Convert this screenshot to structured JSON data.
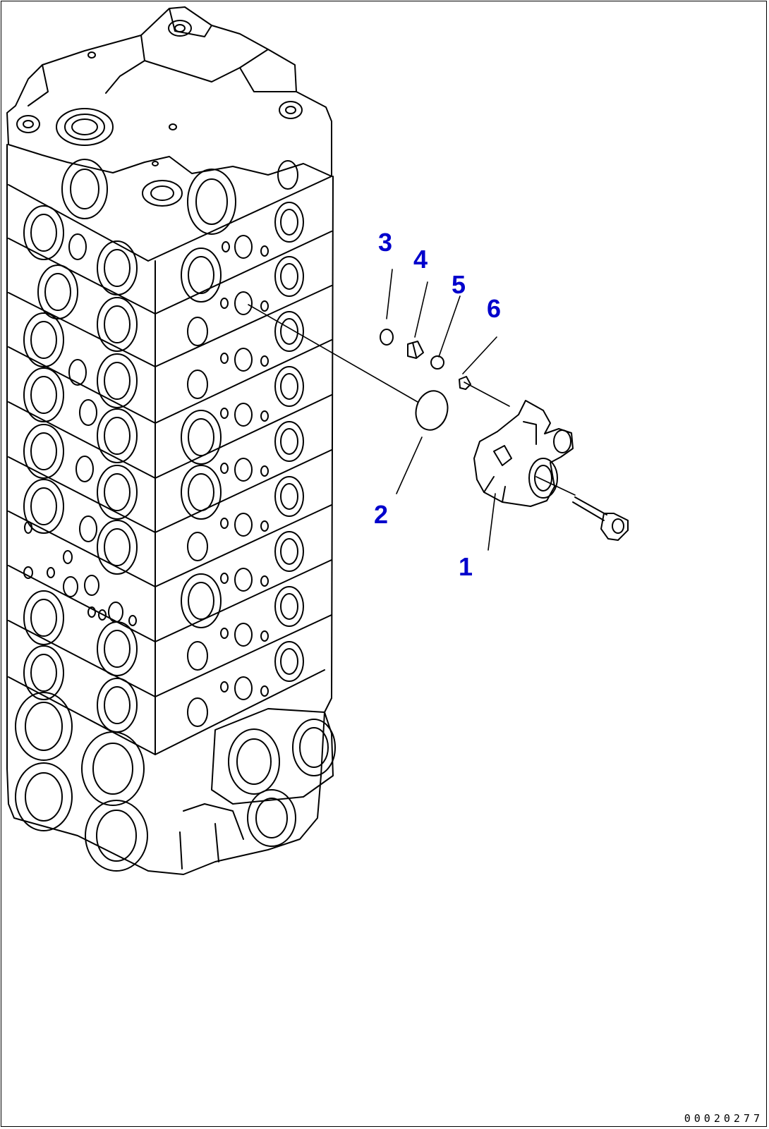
{
  "callouts": [
    {
      "id": "1",
      "label": "1"
    },
    {
      "id": "2",
      "label": "2"
    },
    {
      "id": "3",
      "label": "3"
    },
    {
      "id": "4",
      "label": "4"
    },
    {
      "id": "5",
      "label": "5"
    },
    {
      "id": "6",
      "label": "6"
    }
  ],
  "callout_color": "#0000cc",
  "line_color": "#000000",
  "drawing_code": "00020277"
}
